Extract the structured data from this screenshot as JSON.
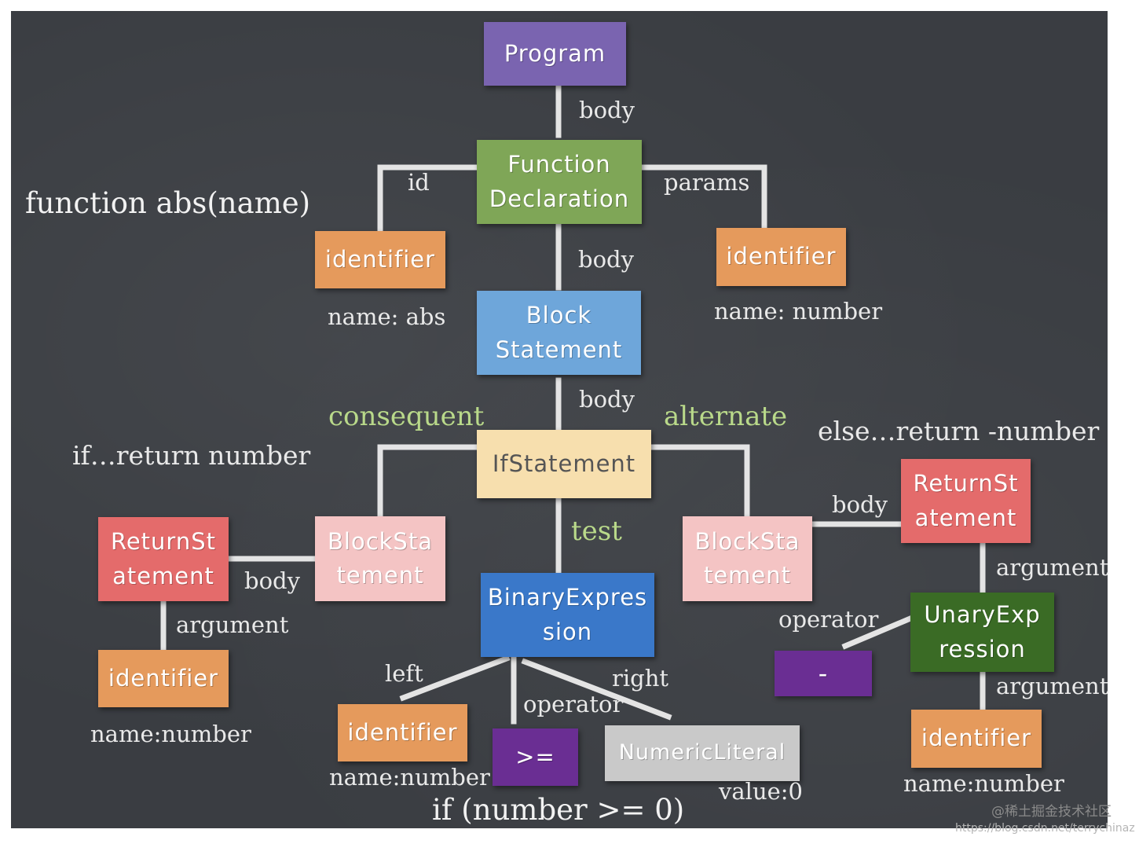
{
  "colors": {
    "program": "#7a64b0",
    "function": "#7fa657",
    "block": "#6ea6da",
    "ifstatement": "#f7dfae",
    "blockstatement_inner": "#f4c4c4",
    "returnstatement": "#e46b6b",
    "identifier": "#e59a5c",
    "binary": "#3a78c9",
    "unary": "#3a6b25",
    "operator_box": "#6a2e93",
    "numeric": "#c9c9c9",
    "wire": "#f2f2f2",
    "label_green": "#b9d98a"
  },
  "nodes": {
    "program": "Program",
    "function_declaration": "Function Declaration",
    "identifier_abs": "identifier",
    "identifier_param": "identifier",
    "block_statement": "Block Statement",
    "if_statement": "IfStatement",
    "block_statement_left": "BlockSta tement",
    "block_statement_right": "BlockSta tement",
    "return_statement_left": "ReturnSt atement",
    "return_statement_right": "ReturnSt atement",
    "identifier_return_left": "identifier",
    "binary_expression": "BinaryExpres sion",
    "identifier_left": "identifier",
    "operator_gte": ">=",
    "numeric_literal": "NumericLiteral",
    "unary_expression": "UnaryExp ression",
    "operator_minus": "-",
    "identifier_unary": "identifier"
  },
  "edges": {
    "program_body": "body",
    "fn_id": "id",
    "fn_params": "params",
    "fn_body": "body",
    "block_body": "body",
    "consequent": "consequent",
    "alternate": "alternate",
    "test": "test",
    "left_block_body": "body",
    "left_return_argument": "argument",
    "right_block_body": "body",
    "right_return_argument": "argument",
    "unary_operator": "operator",
    "unary_argument": "argument",
    "binary_left": "left",
    "binary_operator": "operator",
    "binary_right": "right"
  },
  "values": {
    "name_abs": "name: abs",
    "name_number_param": "name: number",
    "name_number_left_return": "name:number",
    "name_number_binary_left": "name:number",
    "value_zero": "value:0",
    "name_number_unary": "name:number"
  },
  "code": {
    "function_signature": "function abs(name)",
    "if_return": "if…return number",
    "else_return": "else…return -number",
    "condition": "if (number >= 0)"
  },
  "watermark": {
    "site": "@稀土掘金技术社区",
    "url": "https://blog.csdn.net/terrychinaz"
  }
}
